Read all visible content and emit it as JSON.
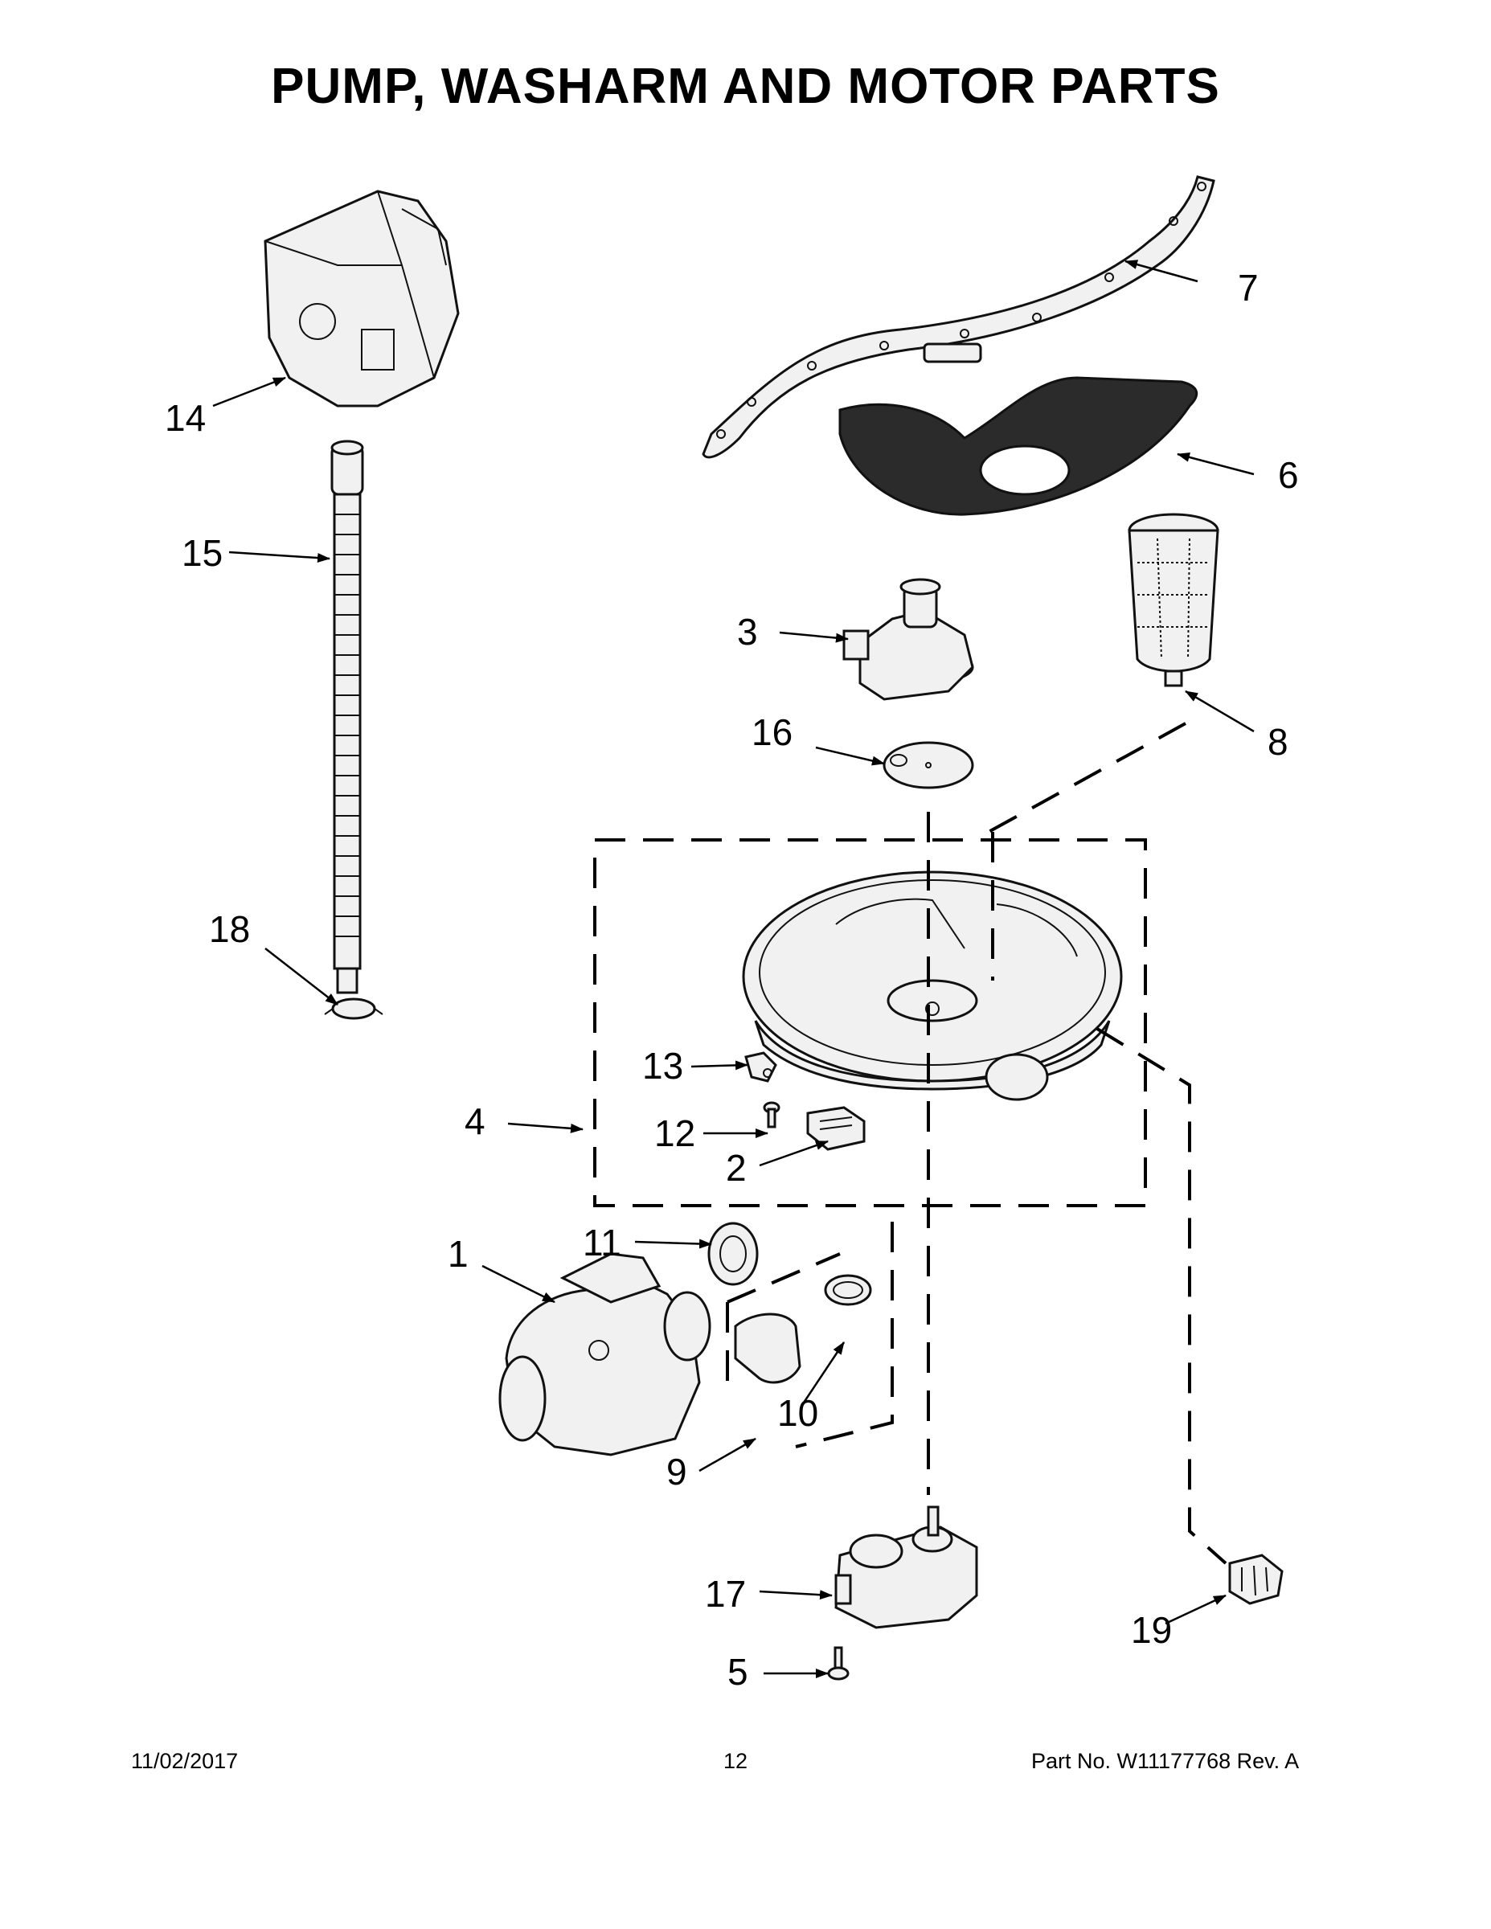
{
  "title": "PUMP, WASHARM AND MOTOR PARTS",
  "callouts": {
    "p1": "1",
    "p2": "2",
    "p3": "3",
    "p4": "4",
    "p5": "5",
    "p6": "6",
    "p7": "7",
    "p8": "8",
    "p9": "9",
    "p10": "10",
    "p11": "11",
    "p12": "12",
    "p13": "13",
    "p14": "14",
    "p15": "15",
    "p16": "16",
    "p17": "17",
    "p18": "18",
    "p19": "19"
  },
  "footer": {
    "date": "11/02/2017",
    "page": "12",
    "part": "Part No.  W11177768  Rev.  A"
  }
}
